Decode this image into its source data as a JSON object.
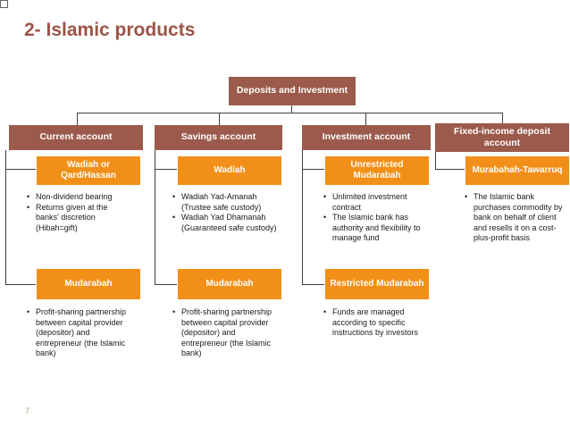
{
  "title": "2- Islamic products",
  "root": "Deposits and Investment",
  "columns": [
    {
      "header": "Current account",
      "top_product": "Wadiah or Qard/Hassan",
      "top_bullets": [
        "Non-dividend bearing",
        "Returns given at the banks' discretion (Hibah=gift)"
      ],
      "bottom_product": "Mudarabah",
      "bottom_bullets": [
        "Profit-sharing partnership between capital provider (depositor) and entrepreneur (the Islamic bank)"
      ]
    },
    {
      "header": "Savings account",
      "top_product": "Wadiah",
      "top_bullets": [
        "Wadiah Yad-Amanah (Trustee safe custody)",
        "Wadiah Yad Dhamanah (Guaranteed safe custody)"
      ],
      "bottom_product": "Mudarabah",
      "bottom_bullets": [
        "Profit-sharing partnership between capital provider (depositor) and entrepreneur (the Islamic bank)"
      ]
    },
    {
      "header": "Investment account",
      "top_product": "Unrestricted Mudarabah",
      "top_bullets": [
        "Unlimited investment contract",
        "The Islamic bank has authority and flexibility to manage fund"
      ],
      "bottom_product": "Restricted Mudarabah",
      "bottom_bullets": [
        "Funds are managed according to specific instructions by investors"
      ]
    },
    {
      "header": "Fixed-income deposit account",
      "top_product": "Murabahah-Tawarruq",
      "top_bullets": [
        "The Islamic bank purchases commodity by bank on behalf of client and resells it on a cost-plus-profit basis"
      ]
    }
  ],
  "page_number": "7",
  "colors": {
    "title": "#9a5548",
    "header_box": "#9b5a4c",
    "product_box": "#f28f18",
    "connector": "#3f3f3f"
  }
}
